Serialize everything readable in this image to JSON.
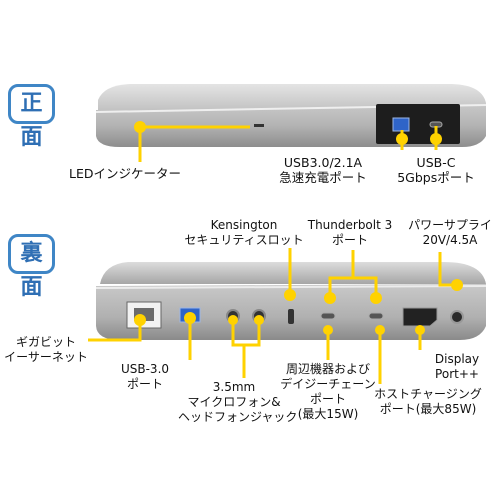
{
  "sections": {
    "front": {
      "tag": "正面"
    },
    "back": {
      "tag": "裏面"
    }
  },
  "labels": {
    "led": "LEDインジケーター",
    "usb3_front": [
      "USB3.0/2.1A",
      "急速充電ポート"
    ],
    "usbc_front": [
      "USB-C",
      "5Gbpsポート"
    ],
    "kensington": [
      "Kensington",
      "セキュリティスロット"
    ],
    "thunderbolt": [
      "Thunderbolt 3",
      "ポート"
    ],
    "power": [
      "パワーサプライ",
      "20V/4.5A"
    ],
    "gigabit": [
      "ギガビット",
      "イーサーネット"
    ],
    "usb3_back": [
      "USB-3.0",
      "ポート"
    ],
    "audio": [
      "3.5mm",
      "マイクロフォン&",
      "ヘッドフォンジャック"
    ],
    "daisy": [
      "周辺機器および",
      "デイジーチェーン",
      "ポート",
      "(最大15W)"
    ],
    "host_charge": [
      "ホストチャージング",
      "ポート(最大85W)"
    ],
    "display": [
      "Display",
      "Port++"
    ]
  },
  "colors": {
    "accent": "#ffd200",
    "tag_border": "#3f86c6",
    "tag_text": "#2f6fb4",
    "device_body": "#b9b9b9",
    "device_dark": "#1c1c1c"
  }
}
